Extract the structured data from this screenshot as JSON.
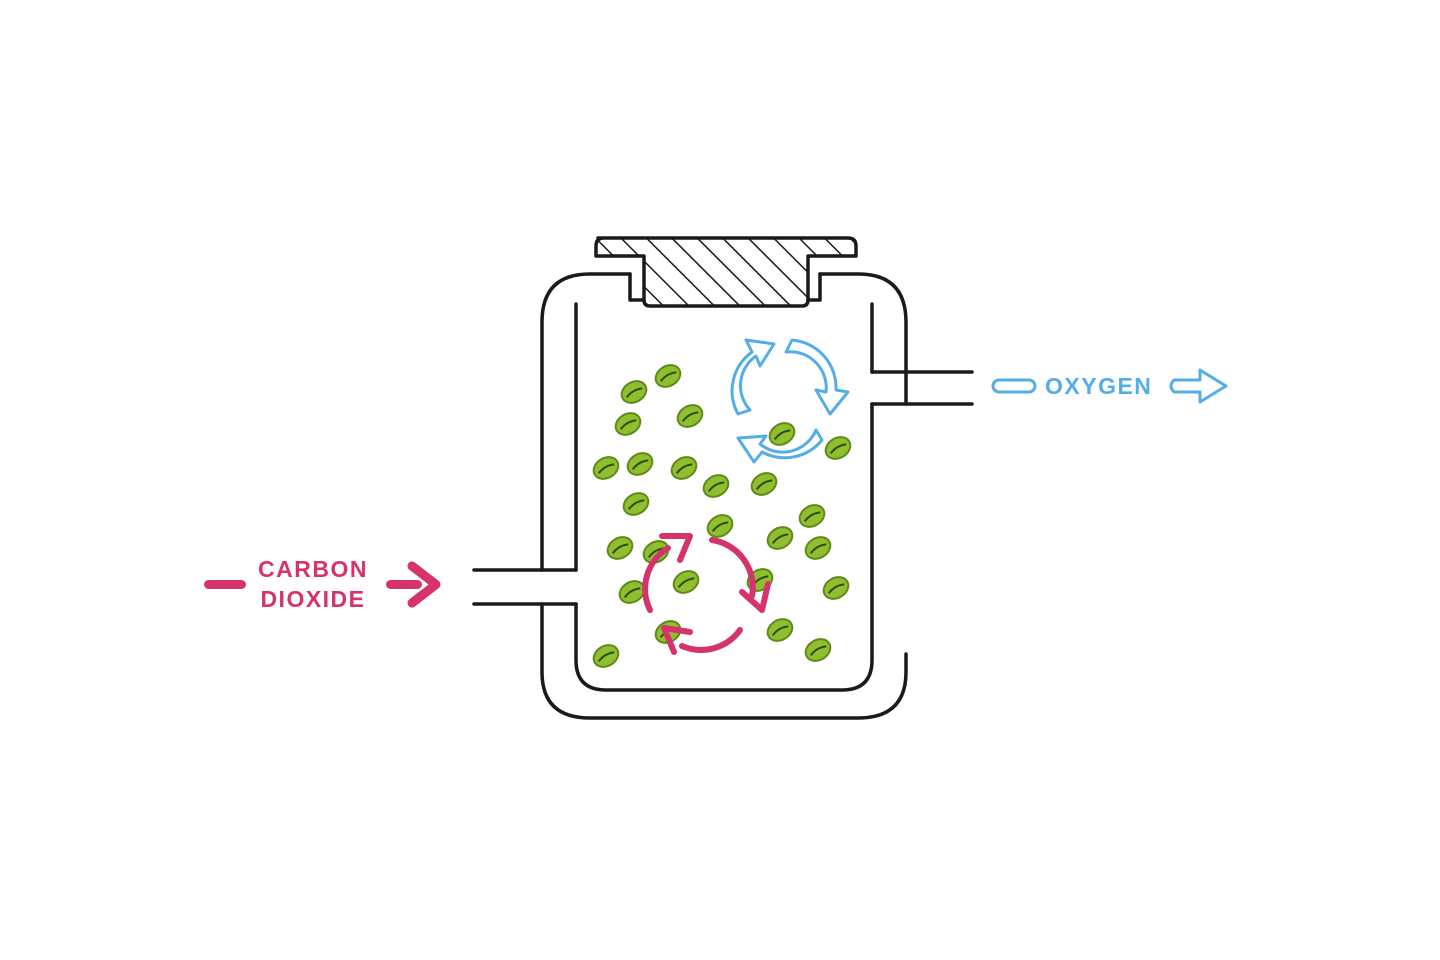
{
  "labels": {
    "co2_line1": "CARBON",
    "co2_line2": "DIOXIDE",
    "oxygen": "OXYGEN"
  },
  "colors": {
    "carbon_dioxide": "#d6336c",
    "oxygen": "#55ade8",
    "outline": "#1a1a1a",
    "seed_fill": "#8fbf2f",
    "seed_stroke": "#5f8a1a",
    "background": "#ffffff"
  },
  "icons": {
    "lid": "hatched-lid-icon",
    "co2_cycle": "recycle-arrows-icon",
    "o2_cycle": "recycle-arrows-icon",
    "co2_arrow": "arrow-right-icon",
    "o2_arrow": "arrow-right-icon",
    "seed": "coffee-bean-icon"
  }
}
